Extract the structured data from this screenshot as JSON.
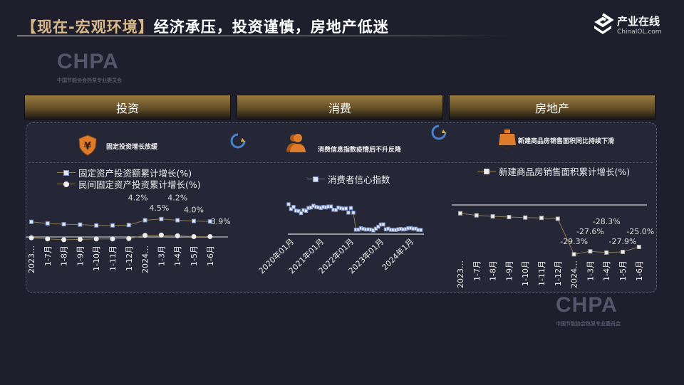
{
  "title": {
    "prefix": "【现在-宏观环境】",
    "main": "经济承压，投资谨慎，房地产低迷"
  },
  "logo": {
    "name": "产业在线",
    "domain": "ChinaIOL.com"
  },
  "watermark": {
    "text": "CHPA",
    "subtitle": "中国节能协会热泵专业委员会"
  },
  "sections": [
    {
      "label": "投资"
    },
    {
      "label": "消费"
    },
    {
      "label": "房地产"
    }
  ],
  "captions": [
    {
      "icon": "yuan-shield-icon",
      "text": "固定投资增长放缓"
    },
    {
      "icon": "users-icon",
      "text": "消费信息指数疫情后不升反降"
    },
    {
      "icon": "ship-icon",
      "text": "新建商品房销售面积同比持续下滑"
    }
  ],
  "colors": {
    "accent": "#d9b98a",
    "line": "#8a7a52",
    "marker_blue": "#7d94c9",
    "header_gold": "#9a7a3e",
    "icon_orange": "#e07b2a"
  },
  "chart_data": [
    {
      "type": "line",
      "categories": [
        "2023…",
        "1-7月",
        "1-8月",
        "1-9月",
        "1-10月",
        "1-11月",
        "1-12月",
        "2024…",
        "1-3月",
        "1-4月",
        "1-5月",
        "1-6月"
      ],
      "series": [
        {
          "name": "固定资产投资额累计增长(%)",
          "marker": "square",
          "values": [
            3.8,
            3.4,
            3.2,
            3.1,
            2.9,
            2.9,
            3.0,
            4.2,
            4.5,
            4.2,
            4.0,
            3.9
          ],
          "labels": [
            "",
            "",
            "",
            "",
            "",
            "",
            "",
            "4.2%",
            "4.5%",
            "4.2%",
            "4.0%",
            "3.9%"
          ]
        },
        {
          "name": "民间固定资产投资累计增长(%)",
          "marker": "circle",
          "values": [
            -0.2,
            -0.5,
            -0.7,
            -0.6,
            -0.5,
            -0.5,
            -0.4,
            0.4,
            0.5,
            0.3,
            0.1,
            0.1
          ]
        }
      ]
    },
    {
      "type": "line",
      "tick_labels": [
        "2020年01月",
        "2021年01月",
        "2022年01月",
        "2023年01月",
        "2024年1月"
      ],
      "x_start": "2020-01",
      "x_end": "2024-06",
      "series": [
        {
          "name": "消费者信心指数",
          "marker": "square",
          "values": [
            126.4,
            118.9,
            122.2,
            116.4,
            115.8,
            112.6,
            117.2,
            116.1,
            120.5,
            121.3,
            124.0,
            122.1,
            121.5,
            120.5,
            122.2,
            121.5,
            122.8,
            122.8,
            117.8,
            117.5,
            121.2,
            120.2,
            119.5,
            119.8,
            113.2,
            120.5,
            113.2,
            86.7,
            86.8,
            88.9,
            87.9,
            87.0,
            87.2,
            86.8,
            85.5,
            88.3,
            91.2,
            94.7,
            94.9,
            87.1,
            88.2,
            86.5,
            86.4,
            86.2,
            87.2,
            87.9,
            87.0,
            87.6,
            88.9,
            89.1,
            88.2,
            88.2,
            86.4,
            86.2
          ]
        }
      ]
    },
    {
      "type": "line",
      "categories": [
        "2023…",
        "1-7月",
        "1-8月",
        "1-9月",
        "1-10月",
        "1-11月",
        "1-12月",
        "2024…",
        "1-3月",
        "1-4月",
        "1-5月",
        "1-6月"
      ],
      "series": [
        {
          "name": "新建商品房销售面积累计增长(%)",
          "marker": "square",
          "values": [
            -5.3,
            -6.5,
            -7.1,
            -7.5,
            -7.8,
            -8.0,
            -8.5,
            -29.3,
            -27.6,
            -28.3,
            -27.9,
            -25.0
          ],
          "labels": [
            "",
            "",
            "",
            "",
            "",
            "",
            "",
            "-29.3%",
            "-27.6%",
            "-28.3%",
            "-27.9%",
            "-25.0%"
          ]
        }
      ]
    }
  ]
}
